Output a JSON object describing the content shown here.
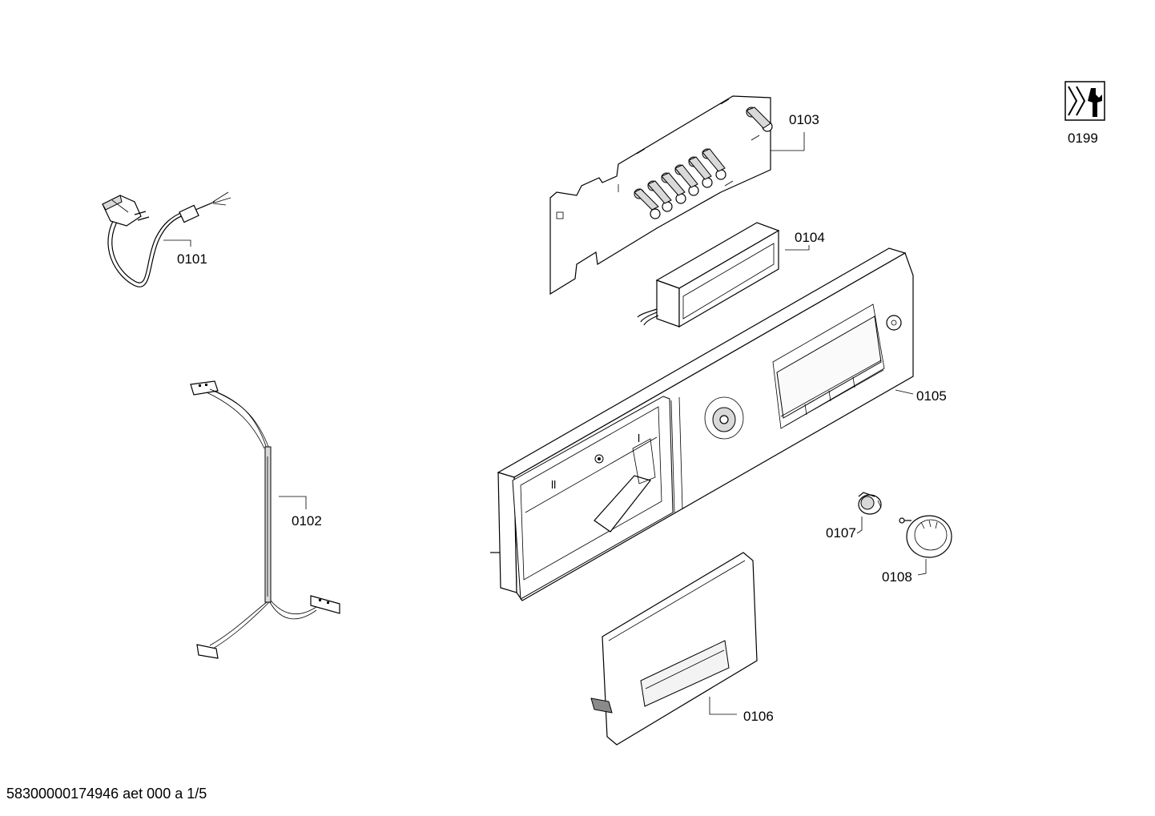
{
  "parts": [
    {
      "id": "p0101",
      "label": "0101"
    },
    {
      "id": "p0102",
      "label": "0102"
    },
    {
      "id": "p0103",
      "label": "0103"
    },
    {
      "id": "p0104",
      "label": "0104"
    },
    {
      "id": "p0105",
      "label": "0105"
    },
    {
      "id": "p0106",
      "label": "0106"
    },
    {
      "id": "p0107",
      "label": "0107"
    },
    {
      "id": "p0108",
      "label": "0108"
    },
    {
      "id": "p0199",
      "label": "0199"
    }
  ],
  "footer": {
    "document_code": "58300000174946 aet 000 a 1/5"
  },
  "icons": {
    "service_icon": "wrench-service-icon"
  }
}
